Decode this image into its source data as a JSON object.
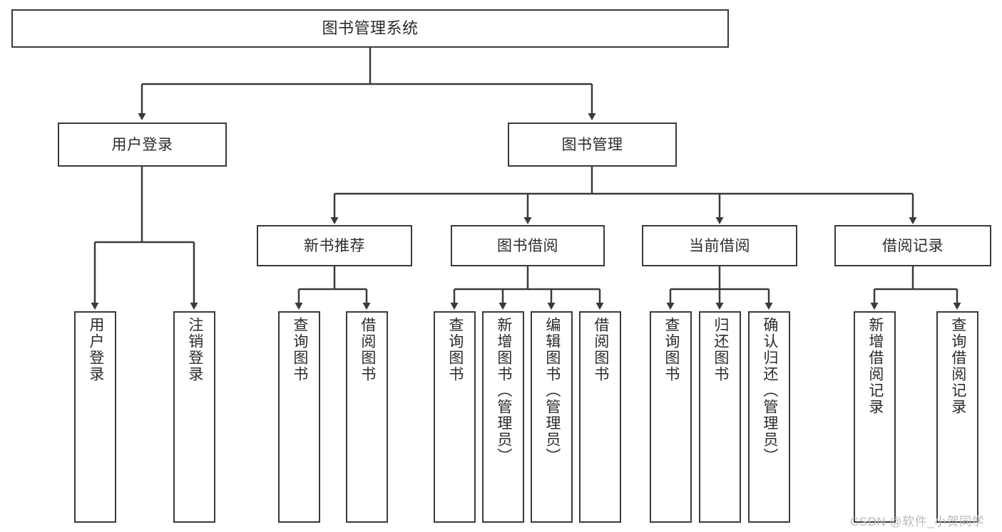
{
  "diagram": {
    "title": "图书管理系统",
    "type": "function-structure-tree",
    "stroke_color": "#3a3a3a",
    "text_color": "#2b2b2b",
    "background": "#ffffff"
  },
  "nodes": {
    "root": {
      "label": "图书管理系统"
    },
    "level2": [
      {
        "id": "user-login",
        "label": "用户登录"
      },
      {
        "id": "book-management",
        "label": "图书管理"
      }
    ],
    "level3": [
      {
        "id": "new-book-recommend",
        "label": "新书推荐"
      },
      {
        "id": "book-borrow",
        "label": "图书借阅"
      },
      {
        "id": "current-borrow",
        "label": "当前借阅"
      },
      {
        "id": "borrow-record",
        "label": "借阅记录"
      }
    ],
    "leaves": {
      "user_login": [
        {
          "id": "leaf-user-login",
          "label": "用户登录"
        },
        {
          "id": "leaf-logout-login",
          "label": "注销登录"
        }
      ],
      "new_book_recommend": [
        {
          "id": "leaf-query-book-1",
          "label": "查询图书"
        },
        {
          "id": "leaf-borrow-book-1",
          "label": "借阅图书"
        }
      ],
      "book_borrow": [
        {
          "id": "leaf-query-book-2",
          "label": "查询图书"
        },
        {
          "id": "leaf-add-book",
          "label": "新增图书（管理员）"
        },
        {
          "id": "leaf-edit-book",
          "label": "编辑图书（管理员）"
        },
        {
          "id": "leaf-borrow-book-2",
          "label": "借阅图书"
        }
      ],
      "current_borrow": [
        {
          "id": "leaf-query-book-3",
          "label": "查询图书"
        },
        {
          "id": "leaf-return-book",
          "label": "归还图书"
        },
        {
          "id": "leaf-confirm-return",
          "label": "确认归还（管理员）"
        }
      ],
      "borrow_record": [
        {
          "id": "leaf-add-record",
          "label": "新增借阅记录"
        },
        {
          "id": "leaf-query-record",
          "label": "查询借阅记录"
        }
      ]
    }
  },
  "watermark": {
    "text": "CSDN @软件_小贺同学"
  }
}
